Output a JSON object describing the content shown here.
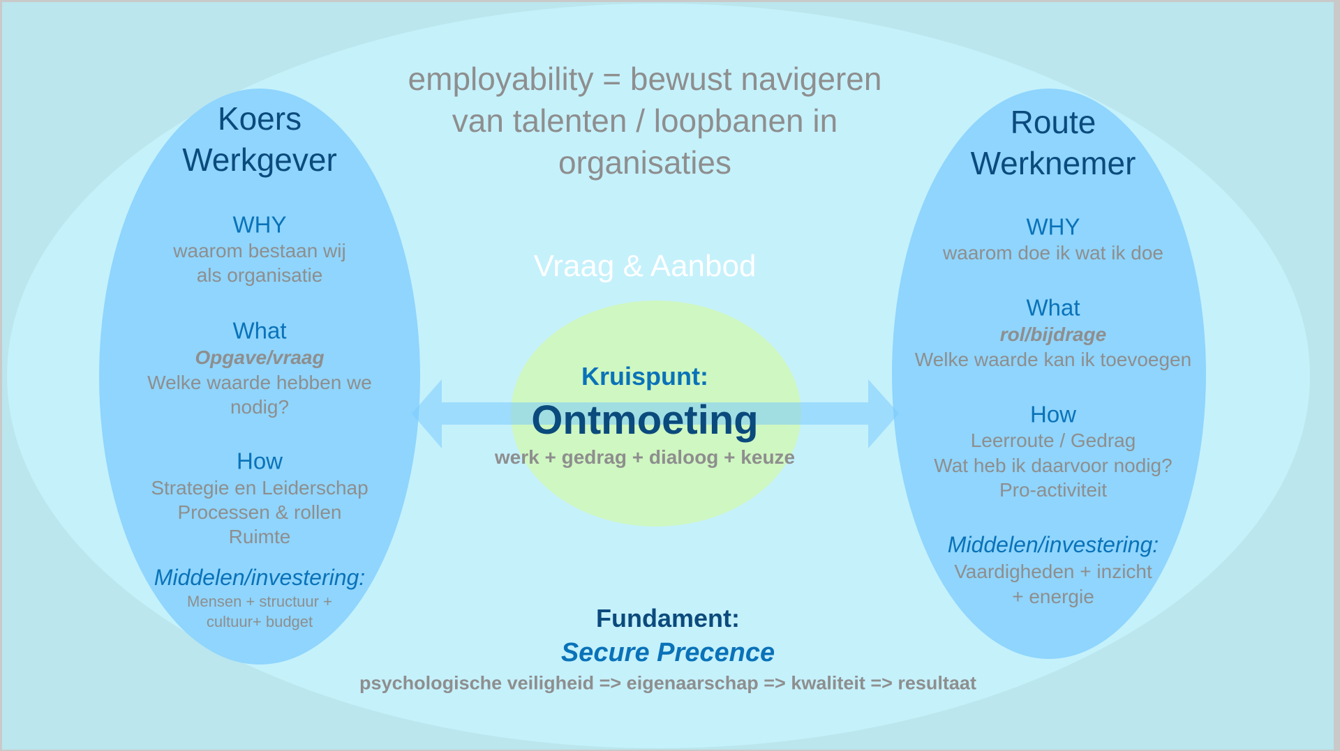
{
  "title": {
    "lines": [
      "employability = bewust navigeren",
      "van talenten / loopbanen in",
      "organisaties"
    ]
  },
  "center": {
    "vraag_aanbod": "Vraag & Aanbod",
    "kruispunt": "Kruispunt:",
    "ontmoeting": "Ontmoeting",
    "werk": "werk + gedrag + dialoog + keuze"
  },
  "left": {
    "heading": [
      "Koers",
      "Werkgever"
    ],
    "why": {
      "label": "WHY",
      "lines": [
        "waarom bestaan wij",
        "als organisatie"
      ]
    },
    "what": {
      "label": "What",
      "emphasis": "Opgave/vraag",
      "lines": [
        "Welke waarde hebben we",
        "nodig?"
      ]
    },
    "how": {
      "label": "How",
      "lines": [
        "Strategie en Leiderschap",
        "Processen & rollen",
        "Ruimte"
      ]
    },
    "middelen": {
      "label": "Middelen/investering:",
      "lines": [
        "Mensen + structuur +",
        "cultuur+ budget"
      ]
    }
  },
  "right": {
    "heading": [
      "Route",
      "Werknemer"
    ],
    "why": {
      "label": "WHY",
      "lines": [
        "waarom doe ik wat ik doe"
      ]
    },
    "what": {
      "label": "What",
      "emphasis": "rol/bijdrage",
      "lines": [
        "Welke waarde kan ik toevoegen"
      ]
    },
    "how": {
      "label": "How",
      "lines": [
        "Leerroute / Gedrag",
        "Wat heb ik daarvoor nodig?",
        "Pro-activiteit"
      ]
    },
    "middelen": {
      "label": "Middelen/investering:",
      "lines": [
        "Vaardigheden + inzicht",
        "+ energie"
      ]
    }
  },
  "fundament": {
    "label": "Fundament:",
    "name": "Secure Precence",
    "chain": "psychologische veiligheid => eigenaarschap => kwaliteit => resultaat"
  },
  "colors": {
    "background": "#bbe6ed",
    "outer_ellipse": "#c5f1fb",
    "side_ellipses": "#8fd5fd",
    "center_ellipse": "#cff7c1",
    "arrow": "#7ccbfd",
    "dark_blue": "#0b4a7c",
    "accent_blue": "#0a72b8",
    "gray_text": "#8e8e8e"
  }
}
